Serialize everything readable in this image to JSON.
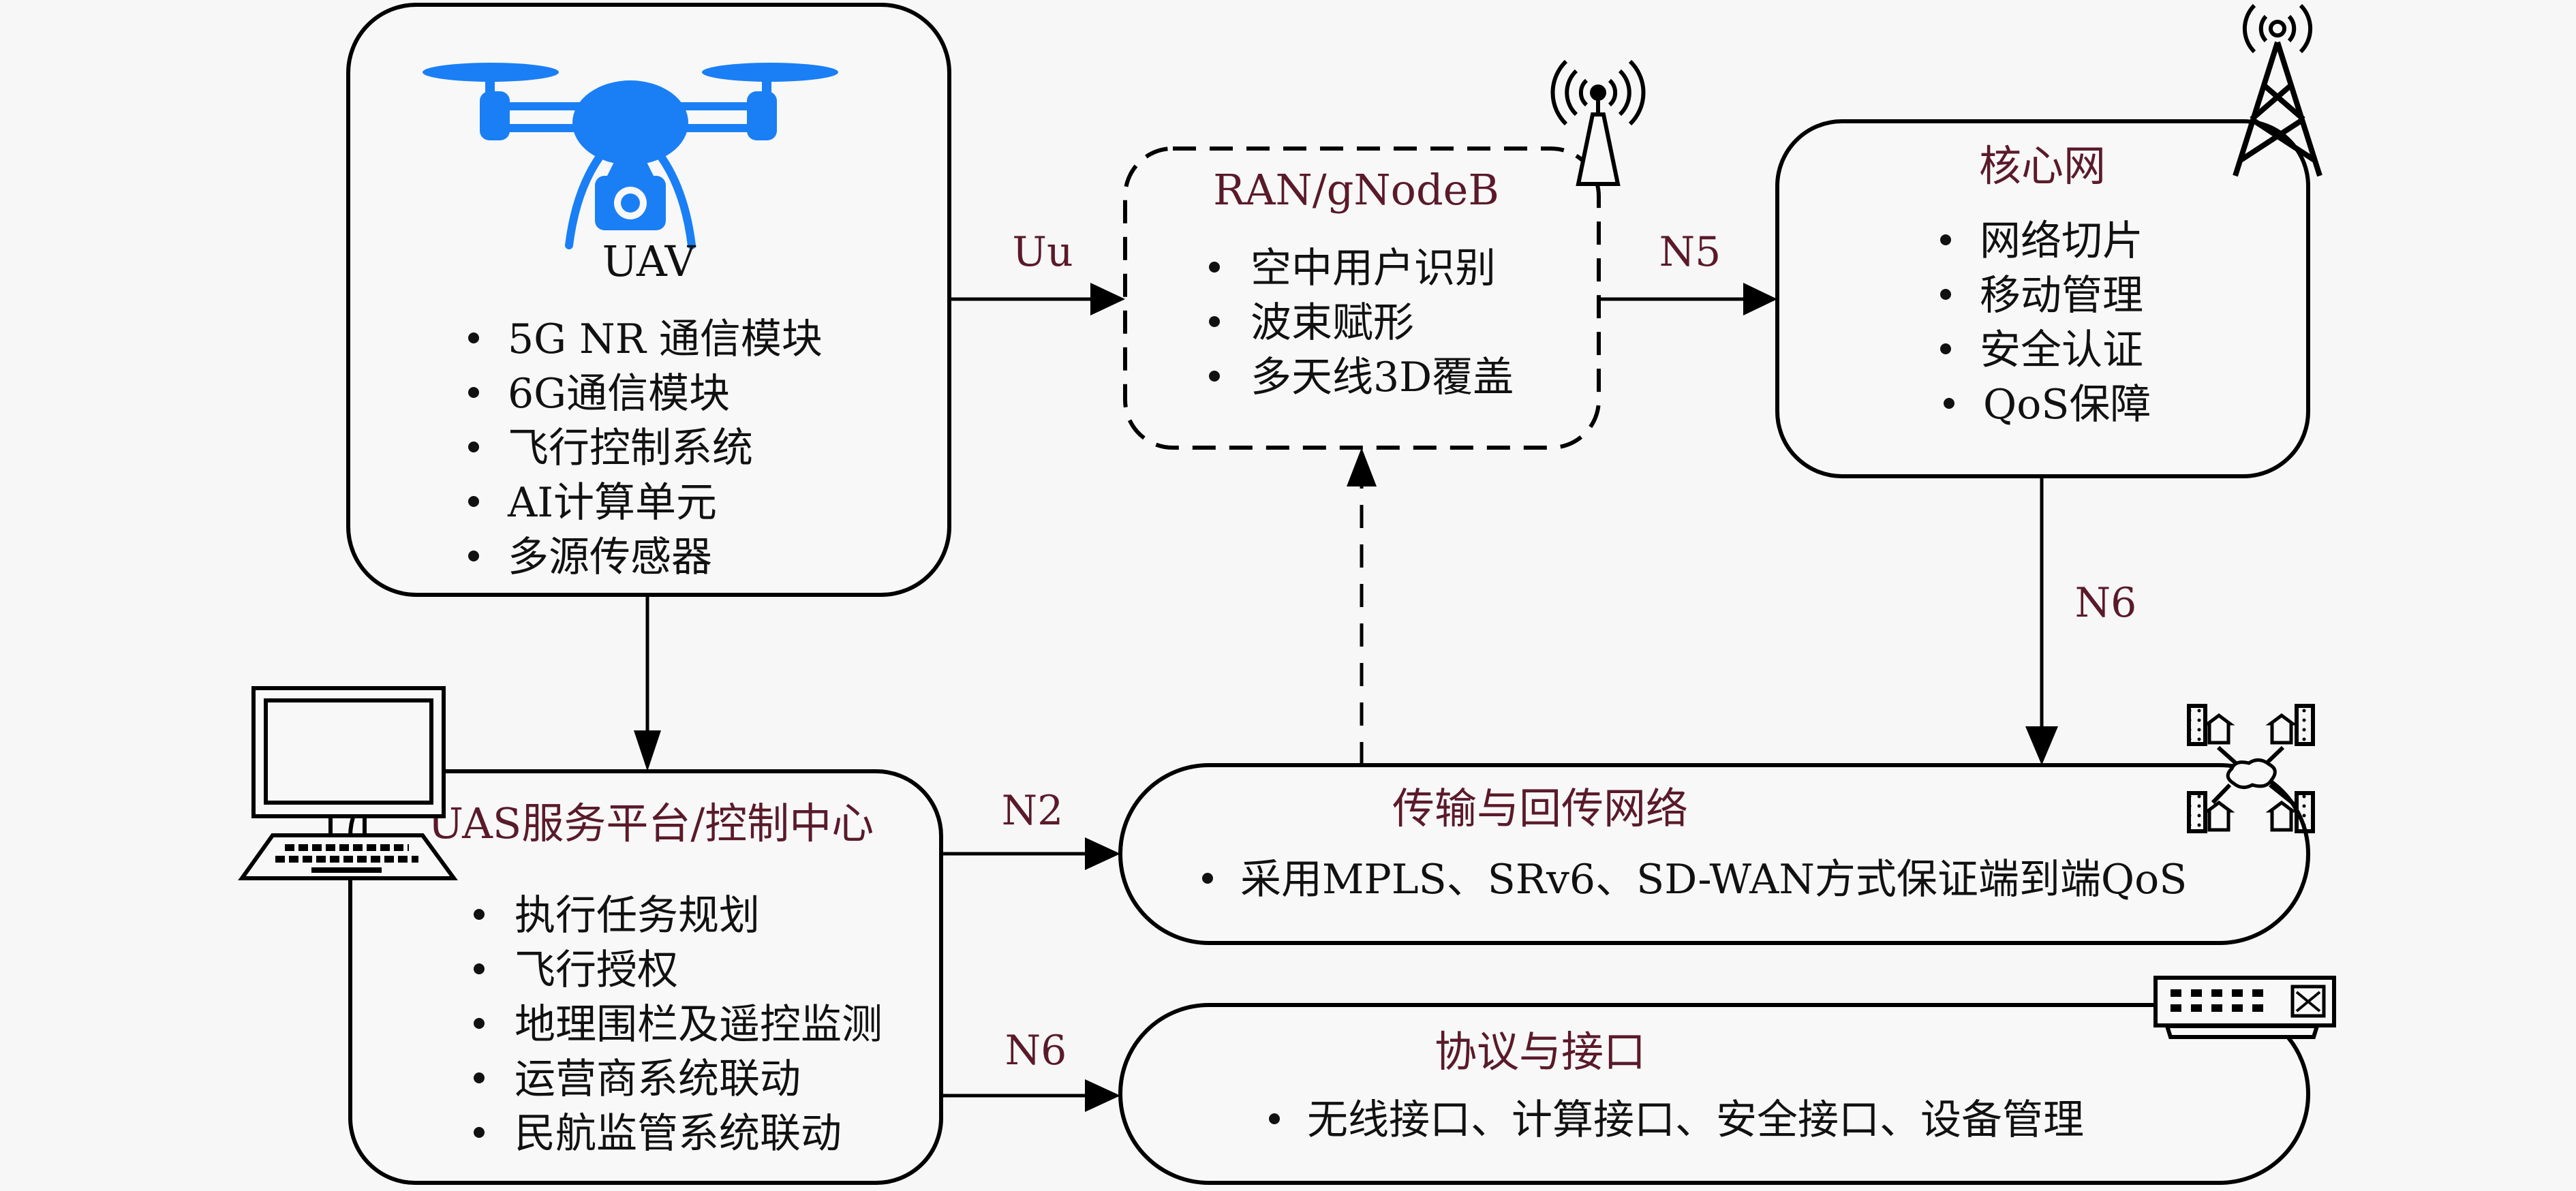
{
  "colors": {
    "background": "#f7f7f7",
    "title_text": "#5a1a2a",
    "body_text": "#111111",
    "drone_blue": "#1a7ff5",
    "stroke": "#000000"
  },
  "nodes": {
    "uav": {
      "title": "UAV",
      "icon": "drone-icon",
      "items": [
        "5G NR 通信模块",
        "6G通信模块",
        "飞行控制系统",
        "AI计算单元",
        "多源传感器"
      ]
    },
    "ran": {
      "title": "RAN/gNodeB",
      "icon": "antenna-icon",
      "border": "dashed",
      "items": [
        "空中用户识别",
        "波束赋形",
        "多天线3D覆盖"
      ]
    },
    "core": {
      "title": "核心网",
      "icon": "cell-tower-icon",
      "items": [
        "网络切片",
        "移动管理",
        "安全认证",
        "QoS保障"
      ]
    },
    "uas": {
      "title": "UAS服务平台/控制中心",
      "icon": "computer-icon",
      "items": [
        "执行任务规划",
        "飞行授权",
        "地理围栏及遥控监测",
        "运营商系统联动",
        "民航监管系统联动"
      ]
    },
    "transport": {
      "title": "传输与回传网络",
      "icon": "network-cloud-icon",
      "items": [
        "采用MPLS、SRv6、SD-WAN方式保证端到端QoS"
      ]
    },
    "protocol": {
      "title": "协议与接口",
      "icon": "network-switch-icon",
      "items": [
        "无线接口、计算接口、安全接口、设备管理"
      ]
    }
  },
  "edges": [
    {
      "from": "uav",
      "to": "ran",
      "label": "Uu",
      "style": "solid"
    },
    {
      "from": "ran",
      "to": "core",
      "label": "N5",
      "style": "solid"
    },
    {
      "from": "core",
      "to": "transport",
      "label": "N6",
      "style": "solid"
    },
    {
      "from": "uav",
      "to": "uas",
      "label": "",
      "style": "solid"
    },
    {
      "from": "uas",
      "to": "transport",
      "label": "N2",
      "style": "solid"
    },
    {
      "from": "uas",
      "to": "protocol",
      "label": "N6",
      "style": "solid"
    },
    {
      "from": "transport",
      "to": "ran",
      "label": "",
      "style": "dashed"
    }
  ]
}
